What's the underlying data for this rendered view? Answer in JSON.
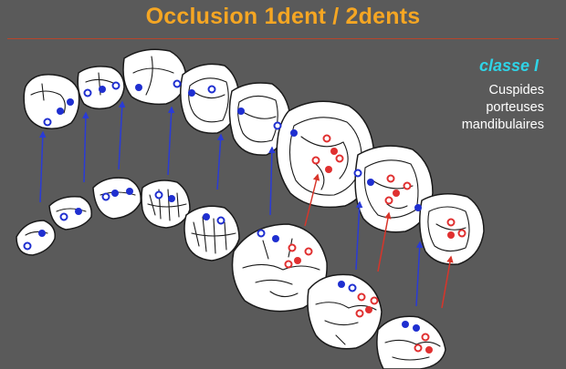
{
  "slide": {
    "title": "Occlusion 1dent / 2dents",
    "class_label": "classe I",
    "description_lines": [
      "Cuspides",
      "porteuses",
      "mandibulaires"
    ]
  },
  "colors": {
    "background": "#5a5a5a",
    "title": "#f5a623",
    "title_rule": "#b9442a",
    "class_label": "#2fd3e6",
    "description": "#ffffff",
    "tooth_fill": "#ffffff",
    "tooth_outline": "#1a1a1a",
    "mandibular_cusp": "#1f2fd0",
    "maxillary_cusp": "#e03030",
    "arrow_blue": "#2a3bd6",
    "arrow_red": "#d8352a"
  }
}
